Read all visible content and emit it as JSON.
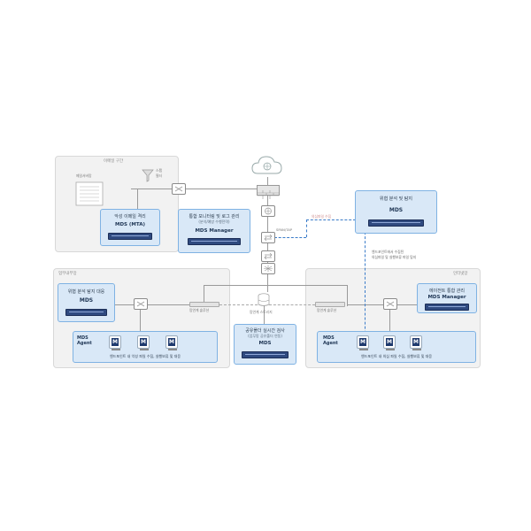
{
  "zones": {
    "mail": "이메일 구간",
    "internal": "업무내부망",
    "external": "인터넷망"
  },
  "mail_zone": {
    "mail_server_label": "메일서버망",
    "spam_label": "스팸\n필터"
  },
  "mta_card": {
    "title": "악성 이메일 격리",
    "model": "MDS (MTA)"
  },
  "manager_card": {
    "title": "통합 모니터링 및 로그 관리",
    "subtitle": "(분석/예방 수행전략)",
    "model": "MDS Manager"
  },
  "threat_card": {
    "title": "위협 분석 및 탐지",
    "model": "MDS"
  },
  "malware_card": {
    "title": "위협 분석 탐지 대응",
    "model": "MDS"
  },
  "agent_left": {
    "label_top": "MDS",
    "label_bottom": "Agent",
    "caption": "엔드포인트 내 악성 파일 수집, 실행보류 및 대응"
  },
  "agent_right": {
    "label_top": "MDS",
    "label_bottom": "Agent",
    "caption": "엔드포인트 내 의심 파일 수집, 실행보류 및 대응"
  },
  "shared_card": {
    "title": "공유폴더 실시간 검사",
    "subtitle": "(업무망 공유폴더 연동)",
    "model": "MDS"
  },
  "endpoint_manager_card": {
    "title": "에이전트 통합 관리",
    "model": "MDS Manager"
  },
  "annotations": {
    "tap": "SPAN/TAP",
    "collection": "의심파일 수집",
    "endpoint_note": "엔드포인트에서 수집된\n의심파일 및 실행보류 파일 탐지",
    "storage": "망연계 스토리지",
    "internal_switch": "망연계 솔루션",
    "external_switch": "망연계 솔루션"
  },
  "colors": {
    "zone_bg": "#f2f2f2",
    "card_bg": "#d9e8f7",
    "card_border": "#7fb2e3",
    "server": "#2f4a80",
    "dash": "#3b7cc9"
  }
}
